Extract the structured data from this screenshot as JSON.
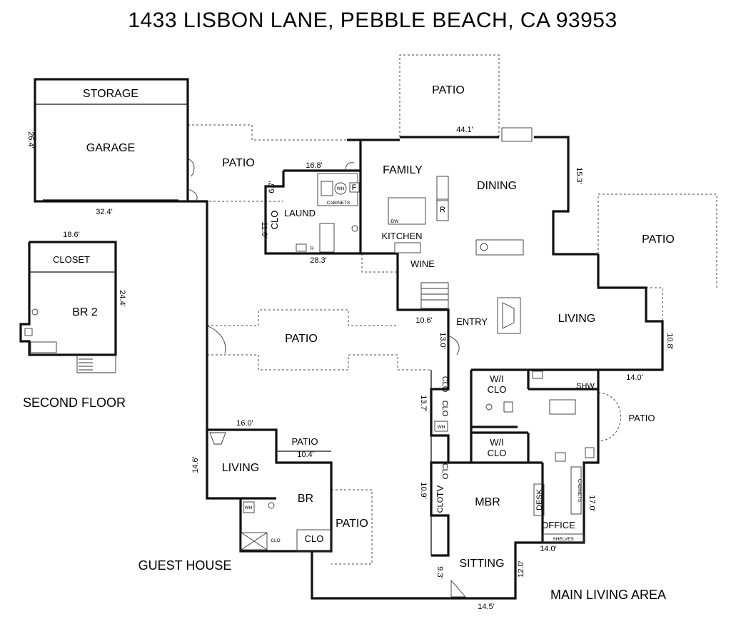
{
  "title": "1433 LISBON LANE, PEBBLE BEACH, CA  93953",
  "captions": {
    "second_floor": "SECOND FLOOR",
    "guest_house": "GUEST HOUSE",
    "main_living_area": "MAIN LIVING AREA"
  },
  "rooms": {
    "storage": "STORAGE",
    "garage": "GARAGE",
    "patio_garage": "PATIO",
    "patio_top": "PATIO",
    "patio_right": "PATIO",
    "patio_middle": "PATIO",
    "patio_master": "PATIO",
    "patio_guest_small": "PATIO",
    "patio_guest": "PATIO",
    "family": "FAMILY",
    "dining": "DINING",
    "laund": "LAUND",
    "clo_laundry": "CLO",
    "kitchen": "KITCHEN",
    "wine": "WINE",
    "entry": "ENTRY",
    "living": "LIVING",
    "closet": "CLOSET",
    "br2": "BR 2",
    "wi_clo_1": "W/I\nCLO",
    "wi_clo_2": "W/I\nCLO",
    "shw": "SHW",
    "mbr": "MBR",
    "sitting": "SITTING",
    "desk": "DESK",
    "cabinets_office": "CABINETS",
    "office": "OFFICE",
    "shelves": "SHELVES",
    "clo_hall_1": "CLO",
    "clo_hall_2": "CLO",
    "clo_tv_1": "CLO",
    "tv": "TV",
    "clo_tv_2": "CLO",
    "guest_living": "LIVING",
    "guest_br": "BR",
    "guest_clo": "CLO",
    "guest_clo_small": "CLO"
  },
  "fixtures": {
    "wh_laundry": "WH",
    "fridge_f": "F",
    "cabinets_laundry": "CABINETS",
    "dw": "DW",
    "r_kitchen": "R",
    "r_laundry": "R",
    "wh_hall": "WH",
    "wh_guest": "WH"
  },
  "dimensions": {
    "garage_depth": "26.4'",
    "garage_width": "32.4'",
    "top_width": "44.1'",
    "laundry_width": "16.8'",
    "laundry_height": "6.7'",
    "clo_height": "11.0'",
    "laundry_bottom": "28.3'",
    "dining_side": "15.3'",
    "br2_width": "18.6'",
    "br2_depth": "24.4'",
    "entry_width": "10.6'",
    "entry_depth": "13.0'",
    "living_right": "10.8'",
    "master_width": "14.0'",
    "hall_height": "13.7'",
    "guest_width": "16.0'",
    "guest_depth": "14.6'",
    "guest_patio_width": "10.4'",
    "tv_height": "10.9'",
    "office_side": "17.0'",
    "office_width": "14.0'",
    "sitting_right": "12.0'",
    "sitting_left": "9.3'",
    "sitting_bottom": "14.5'"
  }
}
